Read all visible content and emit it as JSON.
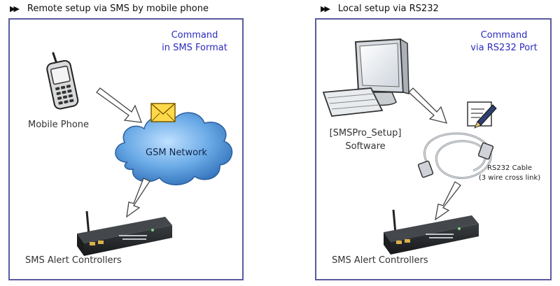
{
  "left_panel": {
    "heading": "Remote setup via SMS by mobile phone",
    "command_caption": [
      "Command",
      "in SMS Format"
    ],
    "mobile_label": "Mobile Phone",
    "network_label": "GSM Network",
    "controllers_label": "SMS Alert Controllers"
  },
  "right_panel": {
    "heading": "Local setup via RS232",
    "command_caption": [
      "Command",
      "via RS232 Port"
    ],
    "software_label": [
      "[SMSPro_Setup]",
      "Software"
    ],
    "cable_label": [
      "RS232 Cable",
      "(3 wire cross link)"
    ],
    "controllers_label": "SMS Alert Controllers"
  },
  "colors": {
    "caption_blue": "#2b2bbf",
    "panel_border": "#5a5aa0",
    "cloud_blue": "#4f92d6"
  }
}
